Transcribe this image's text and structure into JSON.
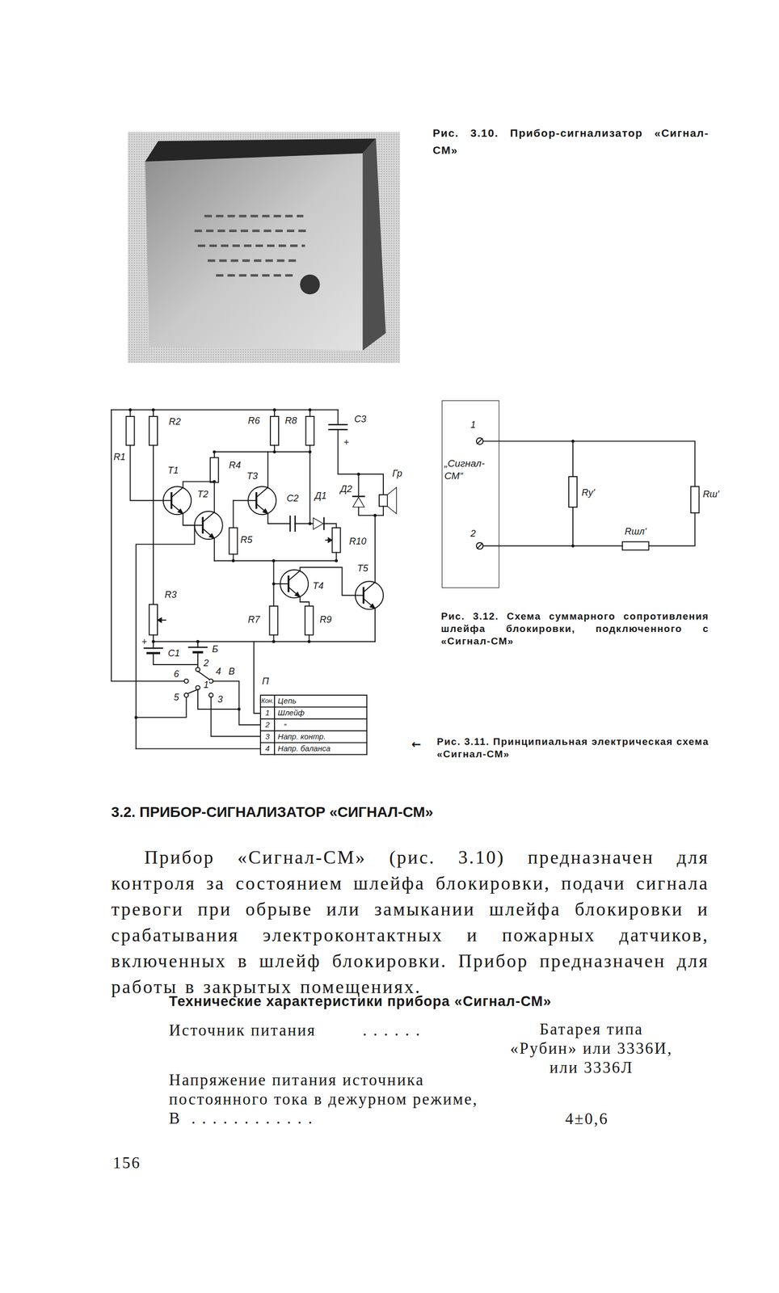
{
  "diagram": {
    "title": "3.2. ПРИБОР-СИГНАЛИЗАТОР «СИГНАЛ-СМ»",
    "nodes": [
      {
        "text": [
          "„Сигнал-СМ“"
        ]
      }
    ],
    "labels": [
      "Рис. 3.10. Прибор-сигнализатор «Сигнал-СМ»",
      "R1",
      "R2",
      "R6",
      "R8",
      "C3",
      "+",
      "R4",
      "T1",
      "T3",
      "T2",
      "C2",
      "Д1",
      "Д2",
      "Гр",
      "R5",
      "R10",
      "T5",
      "T4",
      "R3",
      "R7",
      "R9",
      "+",
      "C1",
      "Б",
      "2",
      "6",
      "4",
      "В",
      "5",
      "1",
      "3",
      "П",
      "Кон.",
      "Цепь",
      "1",
      "Шлейф",
      "2",
      "„",
      "3",
      "Напр. контр.",
      "4",
      "Напр. баланса",
      "1",
      "2",
      "Rу'",
      "Rш'",
      "Rшл'",
      "Рис. 3.12. Схема суммарного сопротивления шлейфа блокировки, подключенного с «Сигнал-СМ»",
      "←",
      "Рис. 3.11. Принципиальная электрическая схема «Сигнал-СМ»",
      "Прибор «Сигнал-СМ» (рис. 3.10) предназначен для контроля за состоянием шлейфа блокировки, подачи сигнала тревоги при обрыве или замыкании шлейфа блокировки и срабатывания электроконтактных и пожарных датчиков, включенных в шлейф блокировки. Прибор предназначен для работы в закрытых помещениях.",
      "Технические характеристики прибора «Сигнал-СМ»",
      "Источник питания",
      ". . . . . .",
      "Батарея типа «Рубин» или 3336И, или 3336Л",
      "Напряжение питания источника постоянного тока в дежурном режиме, В",
      ". . . . . . . . . . . .",
      "4±0,6",
      "156"
    ]
  }
}
